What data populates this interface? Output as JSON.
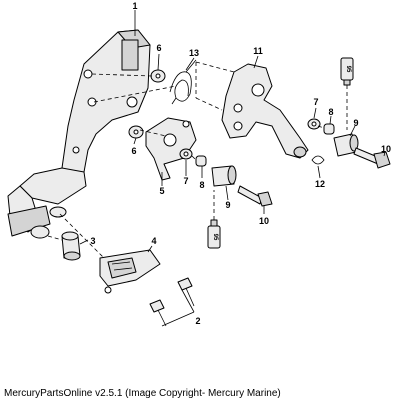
{
  "caption": "MercuryPartsOnline v2.5.1 (Image Copyright- Mercury Marine)",
  "tube_label": "95",
  "callouts": [
    "1",
    "2",
    "3",
    "4",
    "5",
    "6",
    "6",
    "7",
    "7",
    "8",
    "8",
    "9",
    "9",
    "10",
    "10",
    "11",
    "12",
    "13"
  ]
}
